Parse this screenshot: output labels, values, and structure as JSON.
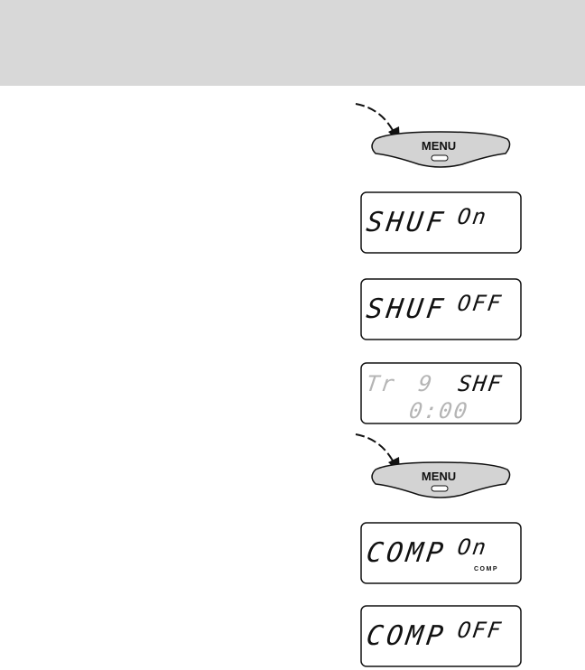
{
  "colors": {
    "header_band": "#d8d8d8",
    "button_fill": "#d3d3d3",
    "ink": "#111111",
    "dim_segments": "#b5b5b5"
  },
  "menu_button_1": {
    "label": "MENU",
    "icon": "curved-arrow-icon"
  },
  "display_shuffle_on": {
    "left": "SHUF",
    "right": "On"
  },
  "display_shuffle_off": {
    "left": "SHUF",
    "right": "OFF"
  },
  "display_track": {
    "track_label": "Tr",
    "track_number": "9",
    "mode": "SHF",
    "time": "0:00"
  },
  "menu_button_2": {
    "label": "MENU",
    "icon": "curved-arrow-icon"
  },
  "display_comp_on": {
    "left": "COMP",
    "right": "On",
    "indicator": "COMP"
  },
  "display_comp_off": {
    "left": "COMP",
    "right": "OFF"
  }
}
